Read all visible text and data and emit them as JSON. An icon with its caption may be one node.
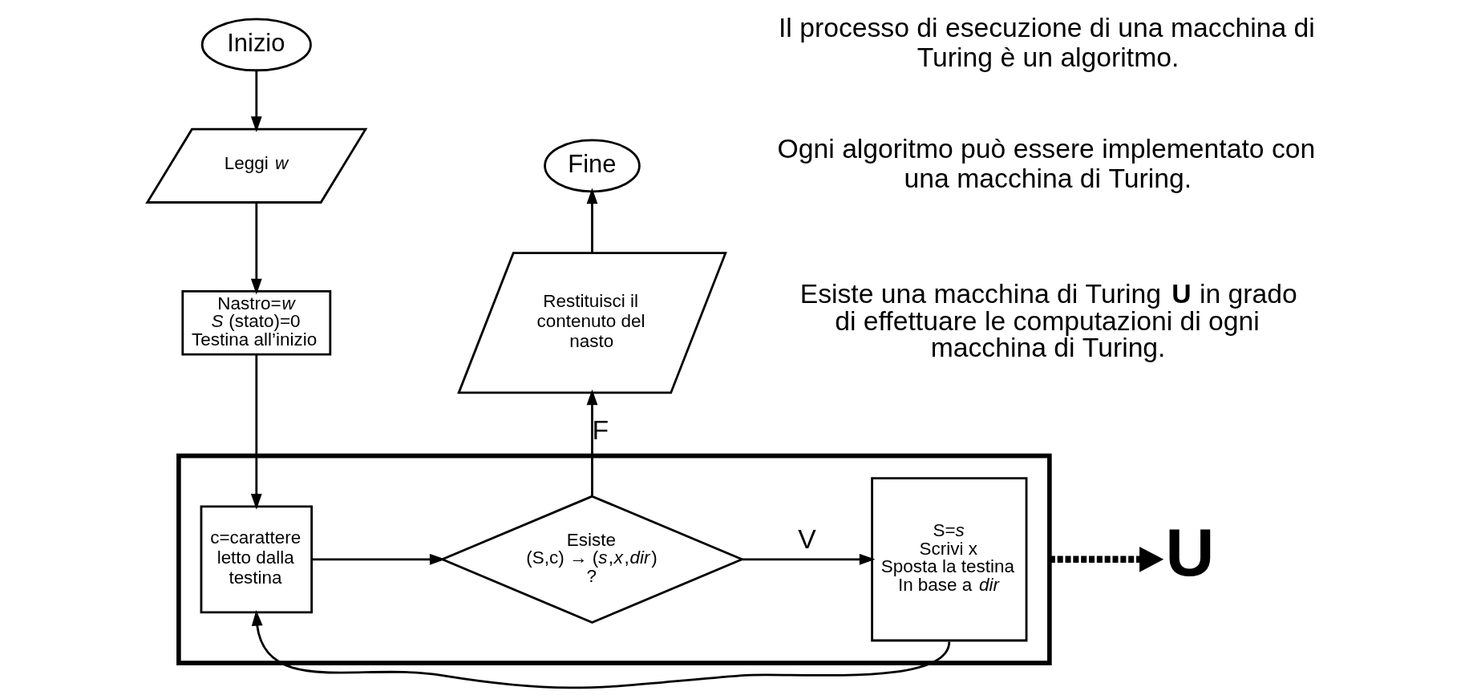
{
  "diagram": {
    "nodes": [
      {
        "text": [
          "Inizio"
        ]
      },
      {
        "text": [
          "Leggi *w*"
        ]
      },
      {
        "text": [
          "Nastro=*w*",
          "*S* (stato)=0",
          "Testina all’inizio"
        ]
      },
      {
        "text": [],
        "shape": "box"
      },
      {
        "text": [
          "c=carattere letto dalla testina"
        ],
        "in": 3
      },
      {
        "text": [
          "Esiste",
          "(S,c) → (*s*,*x*,*dir*)",
          "?"
        ],
        "in": 3
      },
      {
        "text": [
          "S=*s*",
          "Scrivi x",
          "Sposta la testina",
          "In base a *dir*"
        ],
        "in": 3
      },
      {
        "text": [
          "Restituisci il contenuto del nasto"
        ]
      },
      {
        "text": [
          "Fine"
        ]
      },
      {
        "text": [
          "U"
        ]
      }
    ],
    "edges": [
      {
        "from": 0,
        "to": 1,
        "arrow": "to"
      },
      {
        "from": 1,
        "to": 2,
        "arrow": "to"
      },
      {
        "from": 2,
        "to": 4,
        "arrow": "to"
      },
      {
        "from": 4,
        "to": 5,
        "arrow": "to"
      },
      {
        "from": 5,
        "to": 6,
        "label": "V",
        "arrow": "to"
      },
      {
        "from": 6,
        "to": 4,
        "arrow": "to"
      },
      {
        "from": 5,
        "to": 7,
        "label": "F",
        "arrow": "to"
      },
      {
        "from": 7,
        "to": 8,
        "arrow": "to"
      },
      {
        "from": 3,
        "to": 9,
        "arrow": "to",
        "style": "dashed"
      }
    ],
    "labels": [
      "Il processo di esecuzione di una macchina di Turing è un algoritmo.",
      "Ogni algoritmo può essere implementato con una macchina di Turing.",
      "Esiste una macchina di Turing **U** in grado di effettuare le computazioni di ogni macchina di Turing."
    ]
  }
}
